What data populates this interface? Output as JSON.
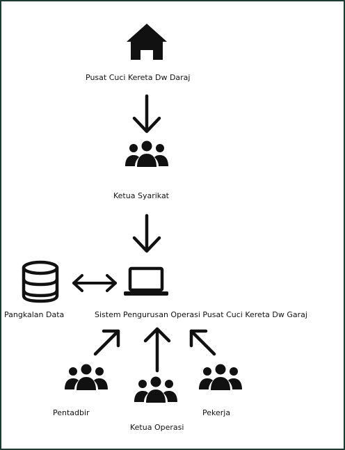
{
  "nodes": {
    "home": {
      "label": "Pusat Cuci Kereta Dw Daraj",
      "icon": "house-icon"
    },
    "ketua_syarikat": {
      "label": "Ketua Syarikat",
      "icon": "users-icon"
    },
    "database": {
      "label": "Pangkalan Data",
      "icon": "database-icon"
    },
    "system": {
      "label": "Sistem Pengurusan Operasi Pusat Cuci Kereta Dw Garaj",
      "icon": "laptop-icon"
    },
    "pentadbir": {
      "label": "Pentadbir",
      "icon": "users-icon"
    },
    "ketua_operasi": {
      "label": "Ketua Operasi",
      "icon": "users-icon"
    },
    "pekerja": {
      "label": "Pekerja",
      "icon": "users-icon"
    }
  },
  "colors": {
    "border": "#1c3b33",
    "ink": "#111111",
    "background": "#ffffff"
  }
}
